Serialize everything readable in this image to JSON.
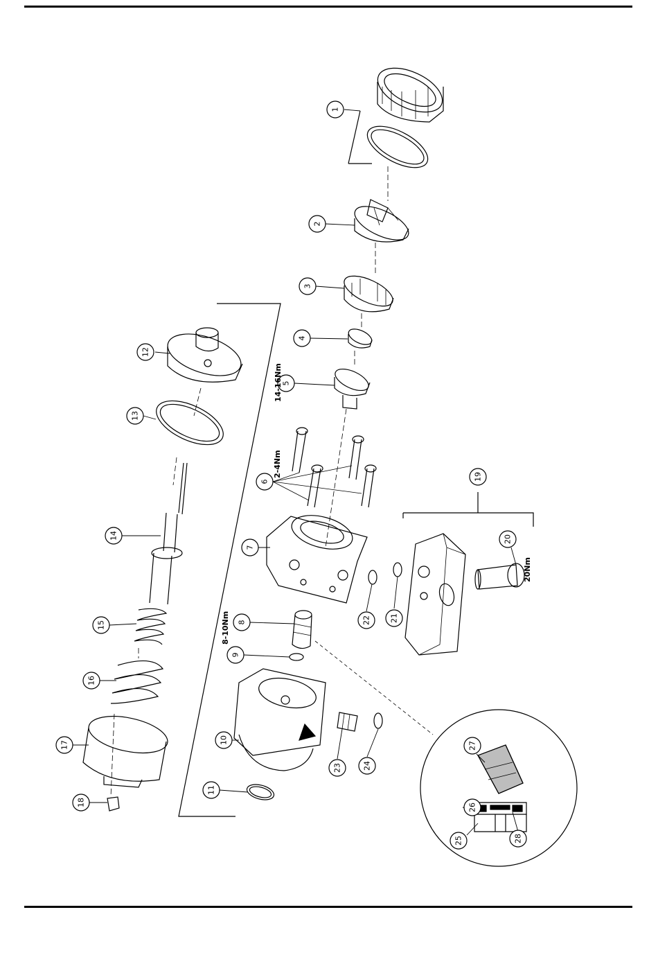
{
  "callouts": [
    {
      "id": "c1",
      "label": "1"
    },
    {
      "id": "c2",
      "label": "2"
    },
    {
      "id": "c3",
      "label": "3"
    },
    {
      "id": "c4",
      "label": "4"
    },
    {
      "id": "c5",
      "label": "5"
    },
    {
      "id": "c6",
      "label": "6"
    },
    {
      "id": "c7",
      "label": "7"
    },
    {
      "id": "c8",
      "label": "8"
    },
    {
      "id": "c9",
      "label": "9"
    },
    {
      "id": "c10",
      "label": "10"
    },
    {
      "id": "c11",
      "label": "11"
    },
    {
      "id": "c12",
      "label": "12"
    },
    {
      "id": "c13",
      "label": "13"
    },
    {
      "id": "c14",
      "label": "14"
    },
    {
      "id": "c15",
      "label": "15"
    },
    {
      "id": "c16",
      "label": "16"
    },
    {
      "id": "c17",
      "label": "17"
    },
    {
      "id": "c18",
      "label": "18"
    },
    {
      "id": "c19",
      "label": "19"
    },
    {
      "id": "c20",
      "label": "20"
    },
    {
      "id": "c21",
      "label": "21"
    },
    {
      "id": "c22",
      "label": "22"
    },
    {
      "id": "c23",
      "label": "23"
    },
    {
      "id": "c24",
      "label": "24"
    },
    {
      "id": "c25",
      "label": "25"
    },
    {
      "id": "c26",
      "label": "26"
    },
    {
      "id": "c27",
      "label": "27"
    },
    {
      "id": "c28",
      "label": "28"
    }
  ],
  "torques": {
    "t1": "14-16Nm",
    "t2": "2-4Nm",
    "t3": "8-10Nm",
    "t4": "20Nm"
  },
  "colors": {
    "line": "#000000",
    "paper": "#ffffff",
    "shade": "#bdbdbd"
  }
}
